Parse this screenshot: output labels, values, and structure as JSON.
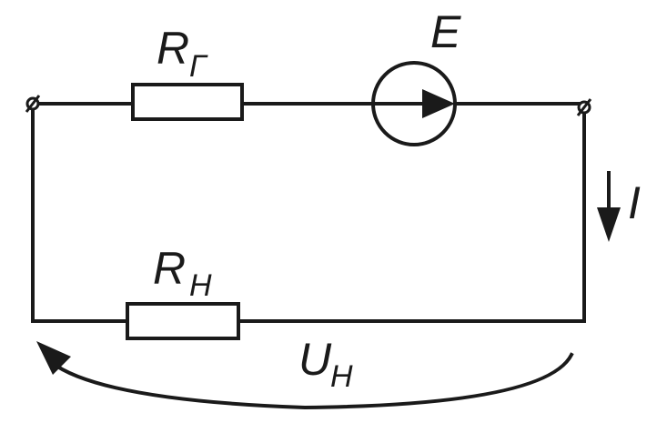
{
  "diagram": {
    "resistor_generator": {
      "letter": "R",
      "subscript": "Г"
    },
    "source": {
      "letter": "E"
    },
    "current": {
      "letter": "I"
    },
    "resistor_load": {
      "letter": "R",
      "subscript": "Н"
    },
    "voltage_load": {
      "letter": "U",
      "subscript": "Н"
    }
  },
  "colors": {
    "stroke": "#1a1a1a",
    "background": "#ffffff"
  }
}
